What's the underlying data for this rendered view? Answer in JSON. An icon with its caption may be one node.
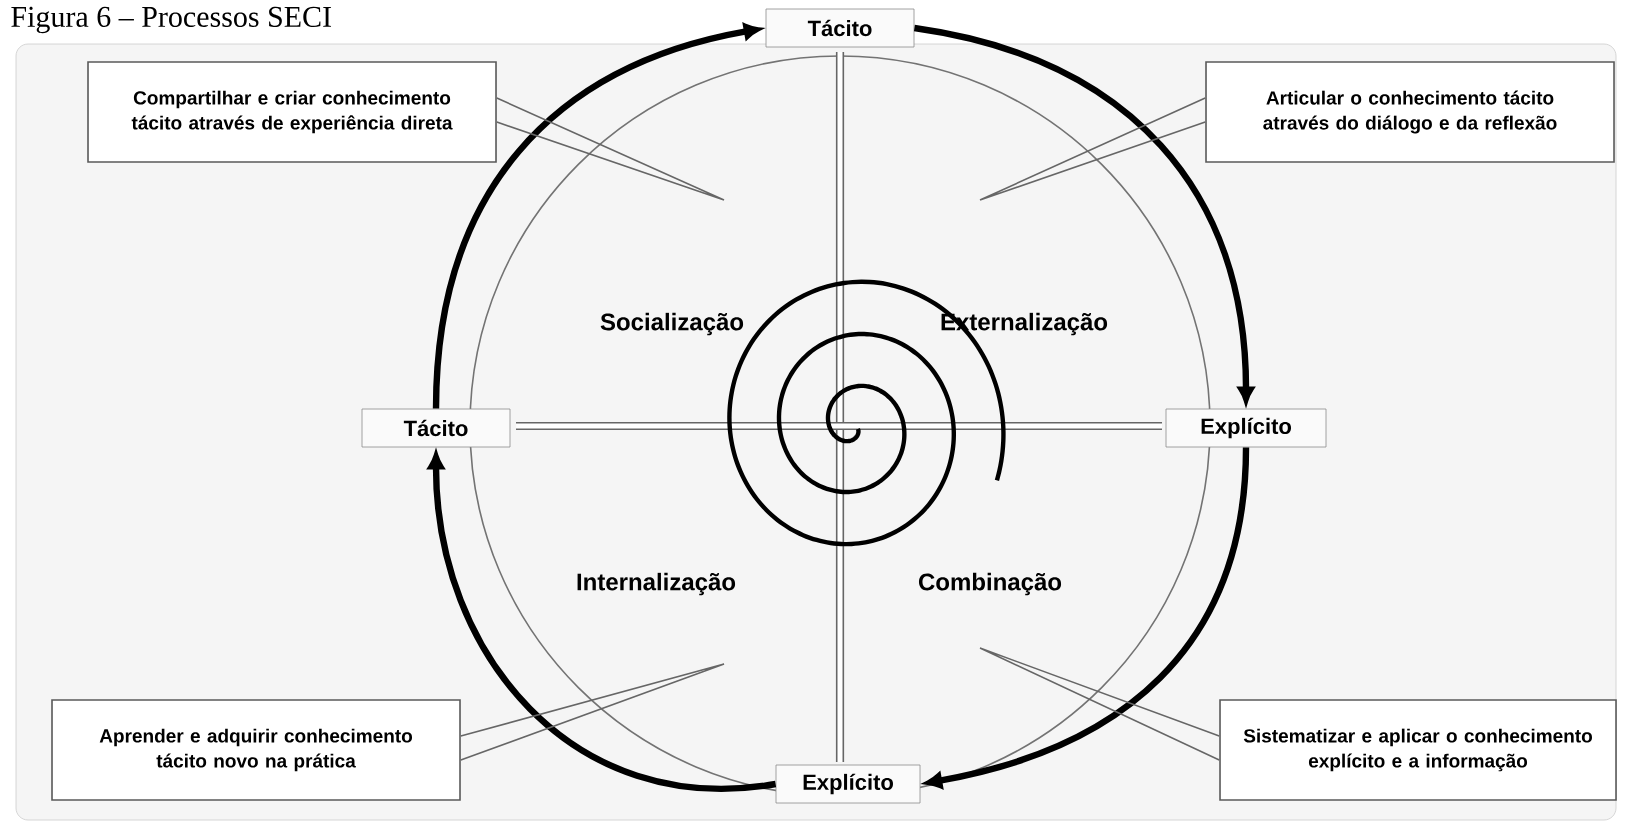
{
  "diagram": {
    "title": "Figura 6 – Processos SECI",
    "nodes": [
      {
        "text": [
          "Tácito"
        ]
      },
      {
        "text": [
          "Explícito"
        ]
      },
      {
        "text": [
          "Explícito"
        ]
      },
      {
        "text": [
          "Tácito"
        ]
      },
      {
        "text": [
          "Compartilhar e criar conhecimento tácito através de experiência direta"
        ]
      },
      {
        "text": [
          "Articular o conhecimento tácito através do diálogo e da reflexão"
        ]
      },
      {
        "text": [
          "Aprender e adquirir conhecimento tácito novo na prática"
        ]
      },
      {
        "text": [
          "Sistematizar e aplicar o conhecimento explícito e a informação"
        ]
      }
    ],
    "edges": [
      {
        "from": 3,
        "to": 0,
        "arrow": "to",
        "style": "thick"
      },
      {
        "from": 0,
        "to": 1,
        "arrow": "to",
        "style": "thick"
      },
      {
        "from": 1,
        "to": 2,
        "arrow": "to",
        "style": "thick"
      },
      {
        "from": 2,
        "to": 3,
        "arrow": "to",
        "style": "thick"
      },
      {
        "from": 4,
        "to": null,
        "arrow": "none",
        "color": "#666666"
      },
      {
        "from": 5,
        "to": null,
        "arrow": "none",
        "color": "#666666"
      },
      {
        "from": 6,
        "to": null,
        "arrow": "none",
        "color": "#666666"
      },
      {
        "from": 7,
        "to": null,
        "arrow": "none",
        "color": "#666666"
      }
    ],
    "labels": [
      "Socialização",
      "Externalização",
      "Internalização",
      "Combinação"
    ]
  }
}
